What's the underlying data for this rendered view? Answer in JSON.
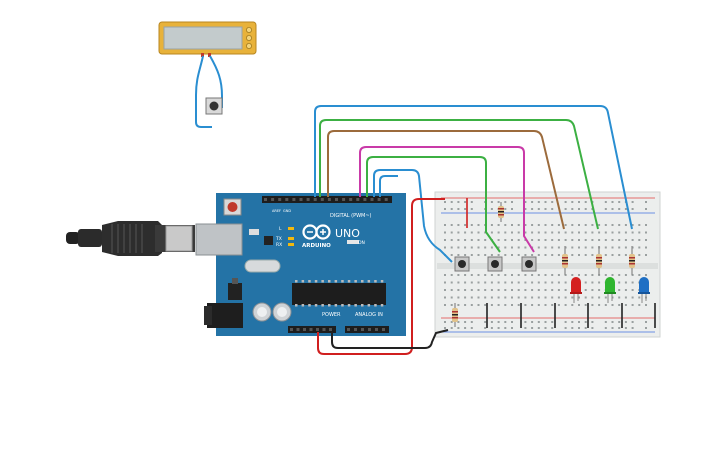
{
  "arduino": {
    "brand": "ARDUINO",
    "model": "UNO",
    "digital_label": "DIGITAL (PWM~)",
    "power_label": "POWER",
    "analog_label": "ANALOG IN",
    "tx_label": "TX",
    "rx_label": "RX",
    "l_label": "L",
    "on_label": "ON",
    "aref_label": "AREF",
    "gnd_label": "GND"
  },
  "colors": {
    "arduino_board": "#2473a6",
    "breadboard": "#eceeed",
    "wire_blue": "#2a8ed1",
    "wire_green": "#3cb043",
    "wire_brown": "#9c6b3c",
    "wire_magenta": "#c93aa8",
    "wire_red": "#d01f1f",
    "wire_black": "#222222",
    "led_red": "#d42020",
    "led_green": "#2fb52f",
    "led_blue": "#1f6fc4",
    "lcd_frame": "#e8b23a"
  },
  "components": {
    "leds": [
      "red",
      "green",
      "blue"
    ],
    "pushbuttons": 4,
    "resistors": 5
  }
}
